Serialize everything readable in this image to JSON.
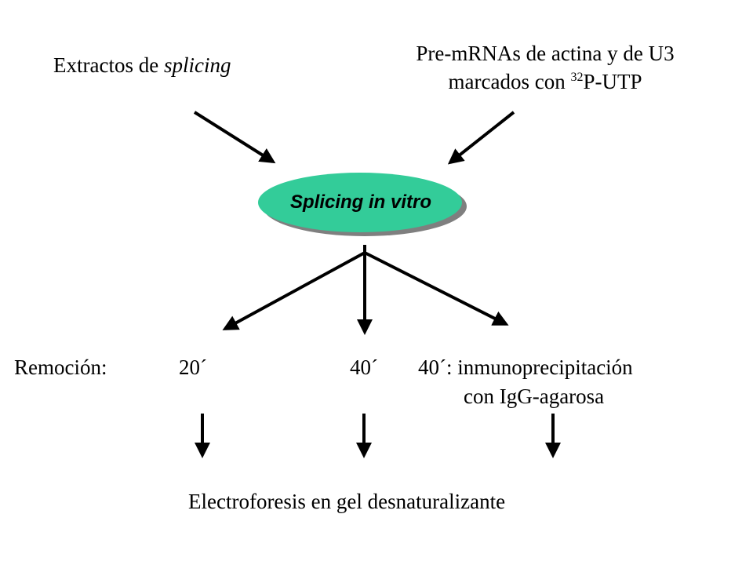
{
  "sources": {
    "left_prefix": "Extractos de ",
    "left_italic": "splicing",
    "right_line1": "Pre-mRNAs de actina y de U3",
    "right_line2_prefix": "marcados con ",
    "right_line2_sup": "32",
    "right_line2_suffix": "P-UTP"
  },
  "process": {
    "label": "Splicing in vitro",
    "fill_color": "#33cc99",
    "shadow_color": "#7f7f7f"
  },
  "removal": {
    "label": "Remoción:",
    "times": [
      "20´",
      "40´",
      "40´: inmunoprecipitación"
    ],
    "third_line2": "con IgG-agarosa"
  },
  "output": {
    "label": "Electroforesis en gel desnaturalizante"
  }
}
